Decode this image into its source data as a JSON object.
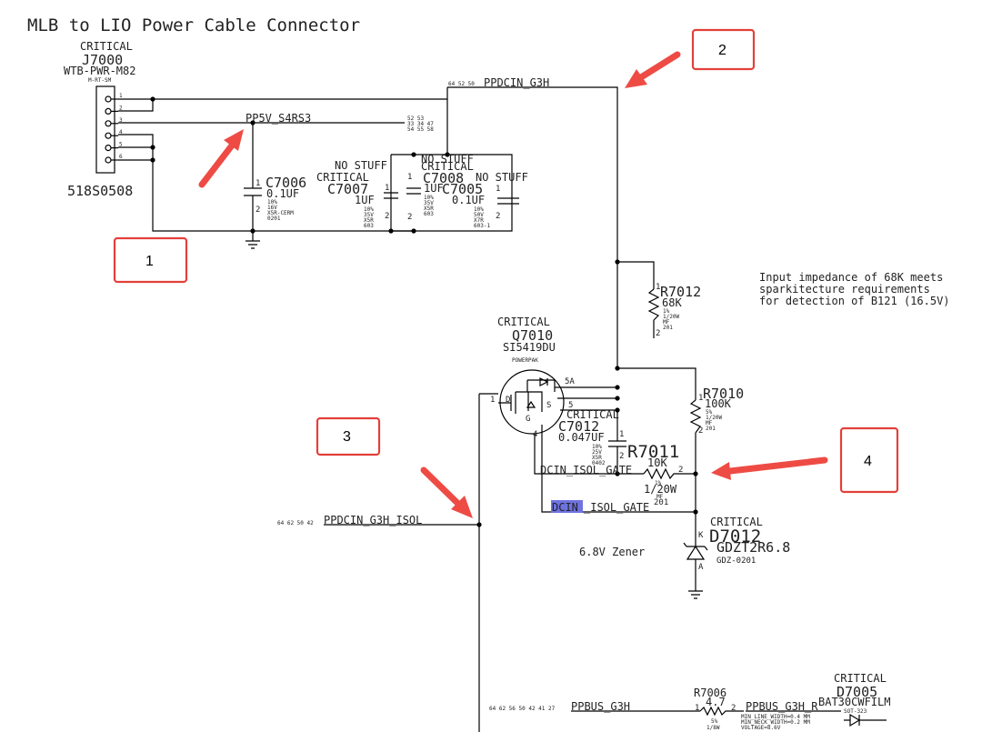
{
  "title": "MLB to LIO Power Cable Connector",
  "connector": {
    "critical": "CRITICAL",
    "ref": "J7000",
    "part": "WTB-PWR-M82",
    "package": "M-RT-SM",
    "pins": [
      "1",
      "2",
      "3",
      "4",
      "5",
      "6"
    ],
    "bom": "518S0508"
  },
  "nets": {
    "pp5v": "PP5V_S4RS3",
    "pp5v_pages": "52 53 / 33 34 47 / 54 55 58",
    "ppdcin": "PPDCIN_G3H",
    "ppdcin_pages": "64 52 50",
    "ppdcin_isol": "PPDCIN_G3H_ISOL",
    "ppdcin_isol_pages": "64 62 50 42",
    "dcin_gate": "DCIN_ISOL_GATE",
    "dcin_gate2_hl": "DCIN",
    "dcin_gate2_rest": "_ISOL_GATE",
    "ppbus": "PPBUS_G3H",
    "ppbus_pages": "64 62 56 50 42 41 27",
    "ppbus_r": "PPBUS_G3H_R"
  },
  "caps": {
    "c7006": {
      "ref": "C7006",
      "val": "0.1UF",
      "specs": [
        "10%",
        "16V",
        "X5R-CERM",
        "0201"
      ]
    },
    "c7007": {
      "ns": "NO STUFF",
      "crit": "CRITICAL",
      "ref": "C7007",
      "val": "1UF",
      "specs": [
        "10%",
        "35V",
        "X5R",
        "603"
      ]
    },
    "c7008": {
      "ns": "NO STUFF",
      "crit": "CRITICAL",
      "ref": "C7008",
      "val": "1UF",
      "specs": [
        "10%",
        "35V",
        "X5R",
        "603"
      ]
    },
    "c7005": {
      "ns": "NO STUFF",
      "ref": "C7005",
      "val": "0.1UF",
      "specs": [
        "10%",
        "50V",
        "X7R",
        "603-1"
      ]
    },
    "c7012": {
      "crit": "CRITICAL",
      "ref": "C7012",
      "val": "0.047UF",
      "specs": [
        "10%",
        "25V",
        "X5R",
        "0402"
      ]
    }
  },
  "resistors": {
    "r7012": {
      "ref": "R7012",
      "val": "68K",
      "specs": [
        "1%",
        "1/20W",
        "MF",
        "201"
      ]
    },
    "r7010": {
      "ref": "R7010",
      "val": "100K",
      "specs": [
        "5%",
        "1/20W",
        "MF",
        "201"
      ]
    },
    "r7011": {
      "ref": "R7011",
      "val": "10K",
      "specs": [
        "1%",
        "1/20W",
        "MF",
        "201"
      ]
    },
    "r7006": {
      "ref": "R7006",
      "val": "4.7",
      "specs": [
        "5%",
        "1/8W"
      ]
    }
  },
  "fet": {
    "crit": "CRITICAL",
    "ref": "Q7010",
    "part": "SI5419DU",
    "pkg": "POWERPAK",
    "pin5a": "5A"
  },
  "diode": {
    "crit": "CRITICAL",
    "ref": "D7012",
    "part": "GDZT2R6.8",
    "pkg": "GDZ-0201",
    "note": "6.8V Zener",
    "k": "K",
    "a": "A"
  },
  "d7005": {
    "crit": "CRITICAL",
    "ref": "D7005",
    "part": "BAT30CWFILM",
    "pkg": "SOT-323"
  },
  "ppbus_props": [
    "MIN_LINE_WIDTH=0.4 MM",
    "MIN_NECK_WIDTH=0.2 MM",
    "VOLTAGE=8.6V"
  ],
  "note": [
    "Input impedance of 68K meets",
    "sparkitecture requirements",
    "for detection of B121 (16.5V)"
  ],
  "callouts": [
    "1",
    "2",
    "3",
    "4"
  ],
  "colors": {
    "callout_border": "#e3403a",
    "arrow": "#ee4b45",
    "highlight": "#6f73e0"
  }
}
